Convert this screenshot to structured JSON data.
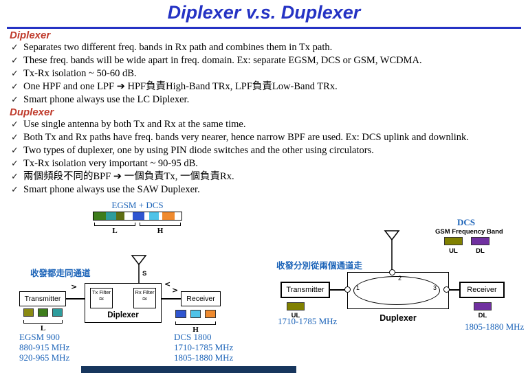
{
  "title": "Diplexer v.s. Duplexer",
  "sections": [
    {
      "heading": "Diplexer",
      "bullets": [
        "Separates two different freq. bands in Rx path and combines them in Tx path.",
        "These freq. bands will be wide apart in freq. domain. Ex: separate EGSM, DCS or GSM, WCDMA.",
        "Tx-Rx isolation ~ 50-60 dB.",
        "One HPF and one LPF ➔ HPF負責High-Band TRx, LPF負責Low-Band TRx.",
        "Smart phone always use the LC Diplexer."
      ]
    },
    {
      "heading": "Duplexer",
      "bullets": [
        "Use single antenna by both Tx and Rx at the same time.",
        "Both Tx and Rx paths have freq. bands very nearer, hence narrow BPF are used. Ex: DCS uplink and downlink.",
        "Two types of duplexer, one by using PIN diode switches and the other using circulators.",
        "Tx-Rx isolation very important ~ 90-95 dB.",
        "兩個頻段不同的BPF ➔ 一個負責Tx, 一個負責Rx.",
        "Smart phone always use the SAW Duplexer."
      ]
    }
  ],
  "icons": {
    "check": "✓",
    "filter_wave": "≈",
    "arrow_right": ">",
    "arrow_left": "<"
  },
  "diplexer": {
    "band_label": "EGSM + DCS",
    "low_bracket": "L",
    "high_bracket": "H",
    "switch_label": "S",
    "annotation": "收發都走同通道",
    "transmitter_label": "Transmitter",
    "tx_filter_label": "Tx Filter",
    "rx_filter_label": "Rx Filter",
    "receiver_label": "Receiver",
    "box_label": "Diplexer",
    "low_group_label": "L",
    "high_group_label": "H",
    "low_band": {
      "name": "EGSM 900",
      "freq1": "880-915 MHz",
      "freq2": "920-965 MHz"
    },
    "high_band": {
      "name": "DCS 1800",
      "freq1": "1710-1785 MHz",
      "freq2": "1805-1880 MHz"
    }
  },
  "duplexer": {
    "dcs_label": "DCS",
    "band_title": "GSM Frequency Band",
    "ul_label": "UL",
    "dl_label": "DL",
    "annotation": "收發分別從兩個通道走",
    "transmitter_label": "Transmitter",
    "receiver_label": "Receiver",
    "box_label": "Duplexer",
    "node1": "1",
    "node2": "2",
    "node3": "3",
    "ul_tag": "UL",
    "dl_tag": "DL",
    "ul_freq": "1710-1785 MHz",
    "dl_freq": "1805-1880 MHz"
  },
  "colors": {
    "title_blue": "#2533C4",
    "heading_red": "#BF3A2B",
    "diagram_text_blue": "#1B63B8",
    "footer_navy": "#17365D",
    "egsm_band_colors": [
      "#8A8A12",
      "#3E7D1C",
      "#2E9C9C"
    ],
    "dcs_band_colors": [
      "#2F55D0",
      "#4FC3E8",
      "#EF8A2E"
    ],
    "ul_color": "#808000",
    "dl_color": "#7030A0"
  }
}
